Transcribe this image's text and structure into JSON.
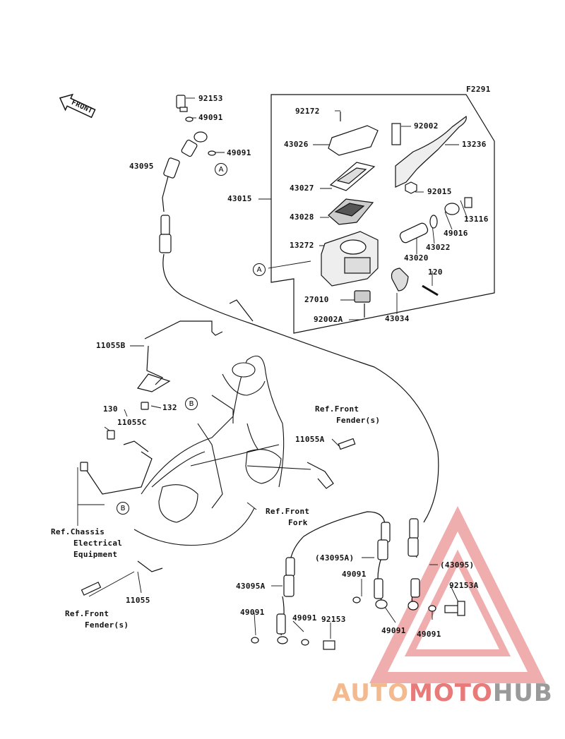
{
  "figure_code": "F2291",
  "front_label": "FRONT",
  "callouts": {
    "a": "A",
    "b": "B"
  },
  "parts": {
    "p92153_top": "92153",
    "p49091_a": "49091",
    "p49091_b": "49091",
    "p43095_top": "43095",
    "p92172": "92172",
    "p43026": "43026",
    "p43027": "43027",
    "p43015": "43015",
    "p43028": "43028",
    "p13272": "13272",
    "p27010": "27010",
    "p92002A": "92002A",
    "p92002": "92002",
    "p13236": "13236",
    "p92015": "92015",
    "p13116": "13116",
    "p49016": "49016",
    "p43022": "43022",
    "p43020": "43020",
    "p120": "120",
    "p43034": "43034",
    "p11055B": "11055B",
    "p130": "130",
    "p132": "132",
    "p11055C": "11055C",
    "p11055A": "11055A",
    "p11055": "11055",
    "p43095A_1": "43095A",
    "p43095A_2": "(43095A)",
    "p43095_2": "(43095)",
    "p92153A": "92153A",
    "p49091_c": "49091",
    "p49091_d": "49091",
    "p49091_e": "49091",
    "p49091_f": "49091",
    "p49091_g": "49091",
    "p92153_bot": "92153"
  },
  "references": {
    "front_fender_1_l1": "Ref.Front",
    "front_fender_1_l2": "Fender(s)",
    "front_fork_l1": "Ref.Front",
    "front_fork_l2": "Fork",
    "chassis_l1": "Ref.Chassis",
    "chassis_l2": "Electrical",
    "chassis_l3": "Equipment",
    "front_fender_2_l1": "Ref.Front",
    "front_fender_2_l2": "Fender(s)"
  },
  "watermark": {
    "part1": "AUTO",
    "part2": "MOTO",
    "part3": "HUB",
    "color_light": "#f3b98f",
    "color_red": "#e87a7a",
    "color_gray": "#9a9a9a"
  }
}
